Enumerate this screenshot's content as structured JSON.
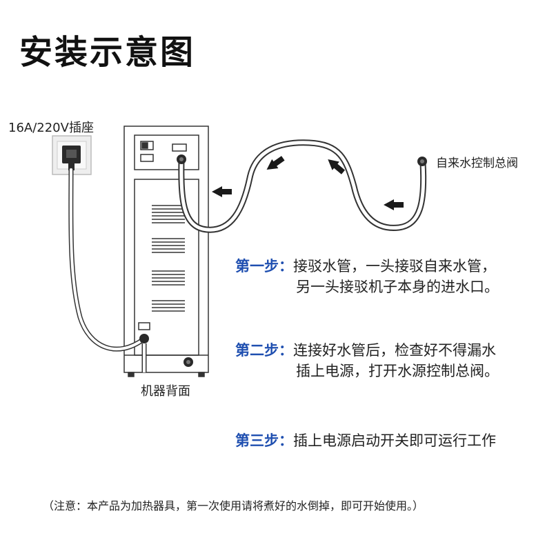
{
  "title": "安装示意图",
  "labels": {
    "socket": "16A/220V插座",
    "machine_back": "机器背面",
    "main_valve": "自来水控制总阀"
  },
  "steps": [
    {
      "head": "第一步：",
      "line1": "接驳水管，一头接驳自来水管，",
      "line2": "另一头接驳机子本身的进水口。"
    },
    {
      "head": "第二步：",
      "line1": "连接好水管后，检查好不得漏水",
      "line2": "插上电源，打开水源控制总阀。"
    },
    {
      "head": "第三步：",
      "line1": "插上电源启动开关即可运行工作",
      "line2": ""
    }
  ],
  "note": "（注意：本产品为加热器具，第一次使用请将煮好的水倒掉，即可开始使用。）",
  "colors": {
    "step_heading": "#1f4fb0",
    "text": "#222222",
    "outline": "#333333"
  },
  "icons": [
    "socket-icon",
    "plug-icon",
    "water-valve-icon",
    "flow-arrow-icon",
    "vent-slot-icon"
  ]
}
